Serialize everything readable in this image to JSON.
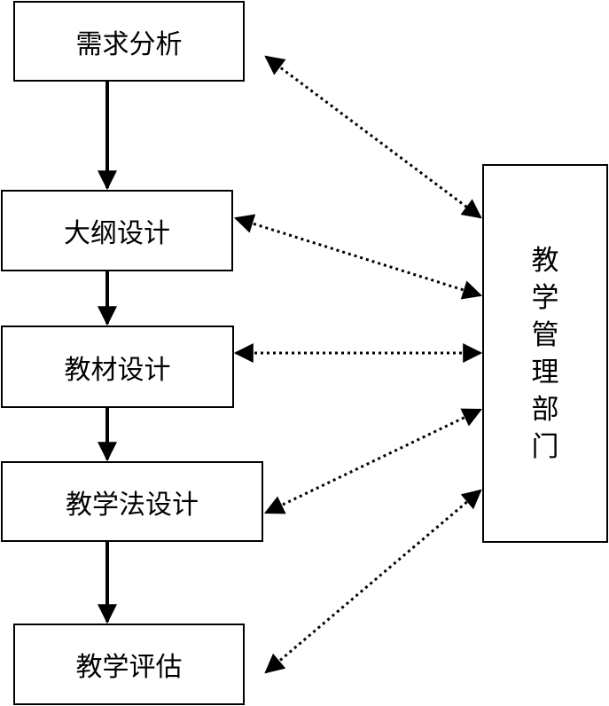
{
  "diagram": {
    "nodes": {
      "needs_analysis": "需求分析",
      "syllabus_design": "大纲设计",
      "material_design": "教材设计",
      "pedagogy_design": "教学法设计",
      "teaching_evaluation": "教学评估",
      "teaching_admin": [
        "教",
        "学",
        "管",
        "理",
        "部",
        "门"
      ]
    },
    "edges": [
      {
        "from": "needs_analysis",
        "to": "syllabus_design",
        "style": "solid",
        "arrow": "forward"
      },
      {
        "from": "syllabus_design",
        "to": "material_design",
        "style": "solid",
        "arrow": "forward"
      },
      {
        "from": "material_design",
        "to": "pedagogy_design",
        "style": "solid",
        "arrow": "forward"
      },
      {
        "from": "pedagogy_design",
        "to": "teaching_evaluation",
        "style": "solid",
        "arrow": "forward"
      },
      {
        "from": "needs_analysis",
        "to": "teaching_admin",
        "style": "dotted",
        "arrow": "both"
      },
      {
        "from": "syllabus_design",
        "to": "teaching_admin",
        "style": "dotted",
        "arrow": "both"
      },
      {
        "from": "material_design",
        "to": "teaching_admin",
        "style": "dotted",
        "arrow": "both"
      },
      {
        "from": "pedagogy_design",
        "to": "teaching_admin",
        "style": "dotted",
        "arrow": "both"
      },
      {
        "from": "teaching_evaluation",
        "to": "teaching_admin",
        "style": "dotted",
        "arrow": "both"
      }
    ],
    "colors": {
      "stroke": "#000000",
      "background": "#ffffff"
    }
  }
}
